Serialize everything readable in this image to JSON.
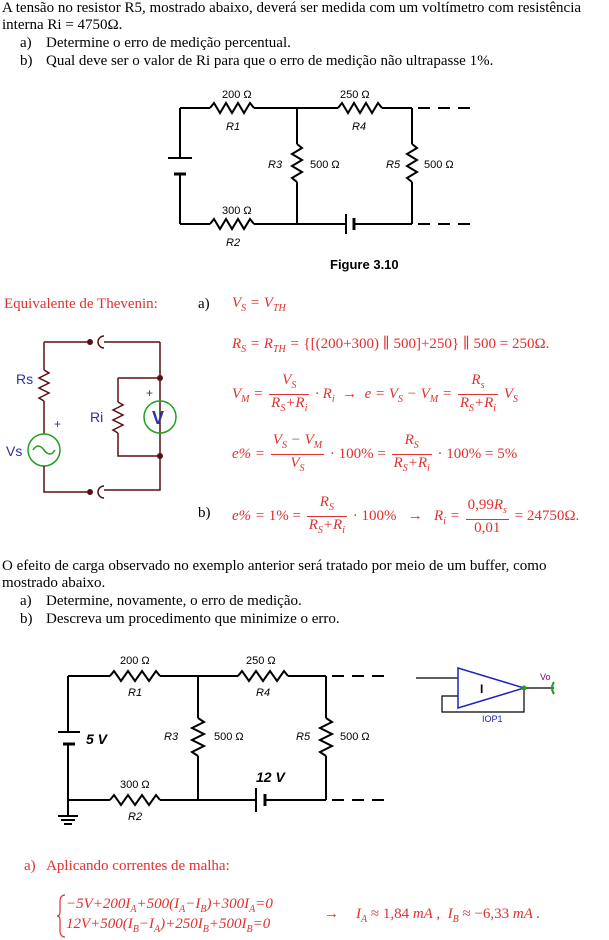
{
  "problem1": {
    "intro_line1": "A tensão no resistor R5, mostrado abaixo, deverá ser medida com um voltímetro com resistência",
    "intro_line2": "interna Ri = 4750Ω.",
    "item_a_label": "a)",
    "item_a": "Determine o erro de medição percentual.",
    "item_b_label": "b)",
    "item_b": "Qual deve ser o valor de Ri para que o erro de medição não ultrapasse 1%."
  },
  "figure1": {
    "r1_value": "200 Ω",
    "r1_name": "R1",
    "r4_value": "250 Ω",
    "r4_name": "R4",
    "r3_name": "R3",
    "r3_value": "500 Ω",
    "r5_name": "R5",
    "r5_value": "500 Ω",
    "r2_value": "300 Ω",
    "r2_name": "R2",
    "caption": "Figure 3.10"
  },
  "solution1": {
    "thevenin_title": "Equivalente de Thevenin:",
    "a_label": "a)",
    "b_label": "b)",
    "thevenin_circuit": {
      "rs": "Rs",
      "ri": "Ri",
      "vs": "Vs",
      "v": "V",
      "plus": "+"
    },
    "eq_vs": "V_S = V_TH",
    "eq_rs": "R_S = R_TH = {[(200+300) ∥ 500]+250} ∥ 500 = 250Ω.",
    "eq_vm": "V_M = V_S/(R_S+R_i)·R_i → e = V_S − V_M = R_s/(R_S+R_i)·V_S",
    "eq_e": "e% = (V_S − V_M)/V_S·100% = R_S/(R_S+R_i)·100% = 5%",
    "eq_b": "e% = 1% = R_S/(R_S+R_i)·100% → R_i = 0,99R_s/0,01 = 24750Ω."
  },
  "problem2": {
    "intro_line1": "O efeito de carga observado no exemplo anterior será tratado por meio de um buffer, como",
    "intro_line2": "mostrado abaixo.",
    "item_a_label": "a)",
    "item_a": "Determine, novamente, o erro de medição.",
    "item_b_label": "b)",
    "item_b": "Descreva um procedimento que minimize o erro."
  },
  "figure2": {
    "r1_value": "200 Ω",
    "r1_name": "R1",
    "r4_value": "250 Ω",
    "r4_name": "R4",
    "r3_name": "R3",
    "r3_value": "500 Ω",
    "r5_name": "R5",
    "r5_value": "500 Ω",
    "r2_value": "300 Ω",
    "r2_name": "R2",
    "source1": "5 V",
    "source2": "12 V",
    "opamp_label": "I",
    "opamp_name": "IOP1",
    "out_label": "Vo"
  },
  "solution2": {
    "a_heading": "a)   Aplicando correntes de malha:",
    "eq1": "−5V+200I_A+500(I_A−I_B)+300I_A=0",
    "eq2": "12V+500(I_B−I_A)+250I_B+500I_B=0",
    "result": "I_A ≈ 1,84mA ,  I_B ≈ −6,33mA ."
  },
  "colors": {
    "solution_red": "#e03030",
    "circuit_dark": "#5a1010",
    "opamp_blue": "#2020c0",
    "opamp_green": "#20a020"
  }
}
